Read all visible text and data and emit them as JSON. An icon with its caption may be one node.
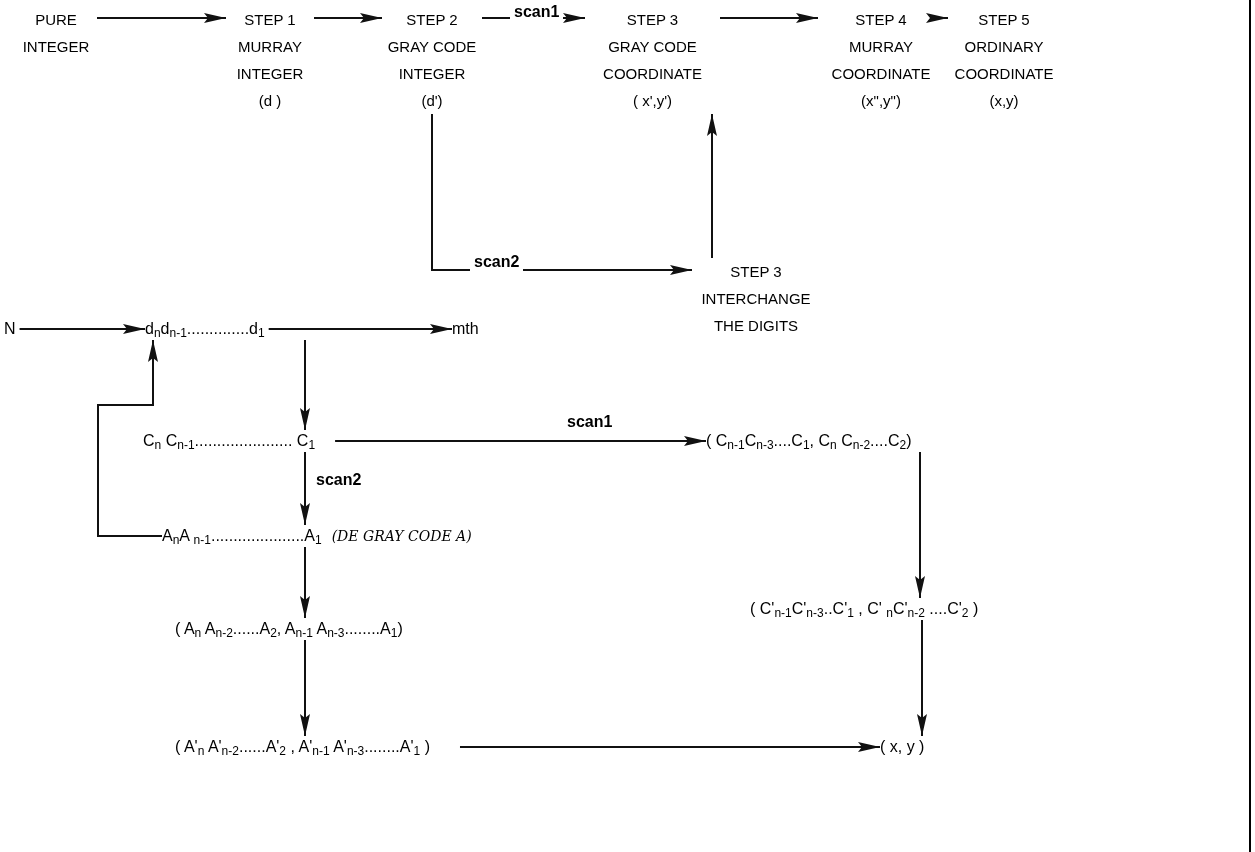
{
  "diagram": {
    "nodes": [
      {
        "text": [
          "PURE INTEGER"
        ]
      },
      {
        "text": [
          "STEP 1",
          "MURRAY INTEGER",
          "(d )"
        ]
      },
      {
        "text": [
          "STEP 2",
          "GRAY CODE INTEGER",
          "(d')"
        ]
      },
      {
        "text": [
          "STEP 3",
          "GRAY CODE COORDINATE",
          "( x',y')"
        ]
      },
      {
        "text": [
          "STEP 4",
          "MURRAY COORDINATE",
          "(x\",y\")"
        ]
      },
      {
        "text": [
          "STEP 5",
          "ORDINARY COORDINATE",
          "(x,y)"
        ]
      },
      {
        "text": [
          "STEP 3",
          "INTERCHANGE THE DIGITS"
        ]
      },
      {
        "text": [
          "N"
        ]
      },
      {
        "text": [
          "d$_{n}$d$_{n-1}$..............d$_{1}$"
        ]
      },
      {
        "text": [
          "mth"
        ]
      },
      {
        "text": [
          "C$_{n}$ C$_{n-1}$...................... C$_{1}$"
        ]
      },
      {
        "text": [
          "( C$_{n-1}$C$_{n-3}$....C$_{1}$, C$_{n}$ C$_{n-2}$....C$_{2}$)"
        ]
      },
      {
        "text": [
          "A$_{n}$A $_{n-1}$.....................A$_{1}$"
        ],
        "beside": [
          "(DE GRAY CODE A)"
        ]
      },
      {
        "text": [
          "( A$_{n}$ A$_{n-2}$......A$_{2}$, A$_{n-1}$ A$_{n-3}$........A$_{1}$)"
        ]
      },
      {
        "text": [
          "( A'$_{n}$ A'$_{n-2}$......A'$_{2}$ , A'$_{n-1}$  A'$_{n-3}$........A'$_{1}$ )"
        ]
      },
      {
        "text": [
          "( C'$_{n-1}$C'$_{n-3}$..C'$_{1}$ , C' $_{n}$C'$_{n-2}$ ....C'$_{2}$ )"
        ]
      },
      {
        "text": [
          "( x, y )"
        ]
      }
    ],
    "edges": [
      {
        "from": 0,
        "to": 1,
        "arrow": "to"
      },
      {
        "from": 1,
        "to": 2,
        "arrow": "to"
      },
      {
        "from": 2,
        "to": 3,
        "arrow": "to",
        "label": "scan1"
      },
      {
        "from": 3,
        "to": 4,
        "arrow": "to"
      },
      {
        "from": 4,
        "to": 5,
        "arrow": "to"
      },
      {
        "from": 2,
        "to": 6,
        "arrow": "to",
        "label": "scan2"
      },
      {
        "from": 6,
        "to": 3,
        "arrow": "to"
      },
      {
        "from": 7,
        "to": 8,
        "arrow": "to"
      },
      {
        "from": 8,
        "to": 9,
        "arrow": "to"
      },
      {
        "from": 8,
        "to": 10,
        "arrow": "to"
      },
      {
        "from": 10,
        "to": 11,
        "arrow": "to",
        "label": "scan1"
      },
      {
        "from": 10,
        "to": 12,
        "arrow": "to",
        "label": "scan2"
      },
      {
        "from": 12,
        "to": 8,
        "arrow": "to"
      },
      {
        "from": 12,
        "to": 13,
        "arrow": "to"
      },
      {
        "from": 13,
        "to": 14,
        "arrow": "to"
      },
      {
        "from": 11,
        "to": 15,
        "arrow": "to"
      },
      {
        "from": 15,
        "to": 16,
        "arrow": "to"
      },
      {
        "from": 14,
        "to": 16,
        "arrow": "to"
      }
    ]
  }
}
